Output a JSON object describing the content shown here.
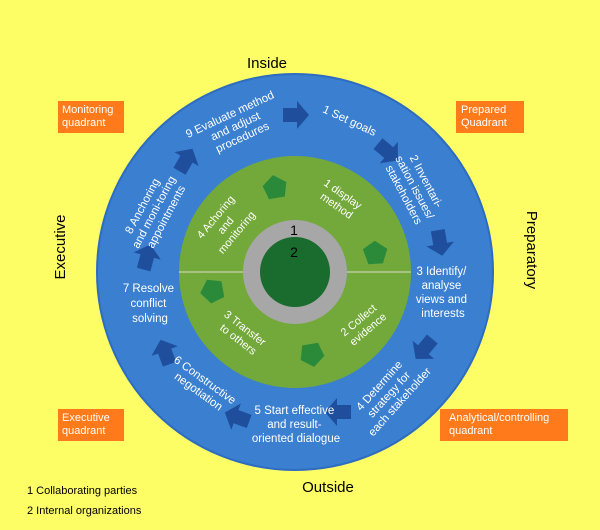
{
  "colors": {
    "background": "#fdfd66",
    "outer_ring": "#3a7fd0",
    "inner_disc": "#73a83a",
    "arrow_blue": "#1f4f9c",
    "arrow_green": "#2a8a3a",
    "center_core": "#1a6b2e",
    "center_ring": "#a7a7a7",
    "quadrant_label_bg": "#ff7a1a"
  },
  "compass": {
    "top": "Inside",
    "bottom": "Outside",
    "left": "Executive",
    "right": "Preparatory"
  },
  "quadrants": {
    "top_left": [
      "Monitoring",
      "quadrant"
    ],
    "top_right": [
      "Prepared",
      "Quadrant"
    ],
    "bottom_left": [
      "Executive",
      "quadrant"
    ],
    "bottom_right": [
      "Analytical/controlling",
      "quadrant"
    ]
  },
  "outer_steps": [
    [
      "1 Set goals"
    ],
    [
      "2 Inventari-",
      "sation issues/",
      "stakeholders"
    ],
    [
      "3 Identify/",
      "analyse",
      "views and",
      "interests"
    ],
    [
      "4 Determine",
      "strategy for",
      "each stakeholder"
    ],
    [
      "5 Start effective",
      "and result-",
      "oriented dialogue"
    ],
    [
      "6 Constructive",
      "negotiation"
    ],
    [
      "7 Resolve",
      "conflict",
      "solving"
    ],
    [
      "8 Anchoring",
      "and moni-toring",
      "appointments"
    ],
    [
      "9 Evaluate method",
      "and adjust",
      "procedures"
    ]
  ],
  "inner_steps": [
    [
      "1 display",
      "method"
    ],
    [
      "2 Collect",
      "evidence"
    ],
    [
      "3 Transfer",
      "to others"
    ],
    [
      "4 Achoring",
      "and",
      "monitoring"
    ]
  ],
  "center_labels": [
    "1",
    "2"
  ],
  "legend": [
    "1 Collaborating parties",
    "2 Internal organizations"
  ]
}
